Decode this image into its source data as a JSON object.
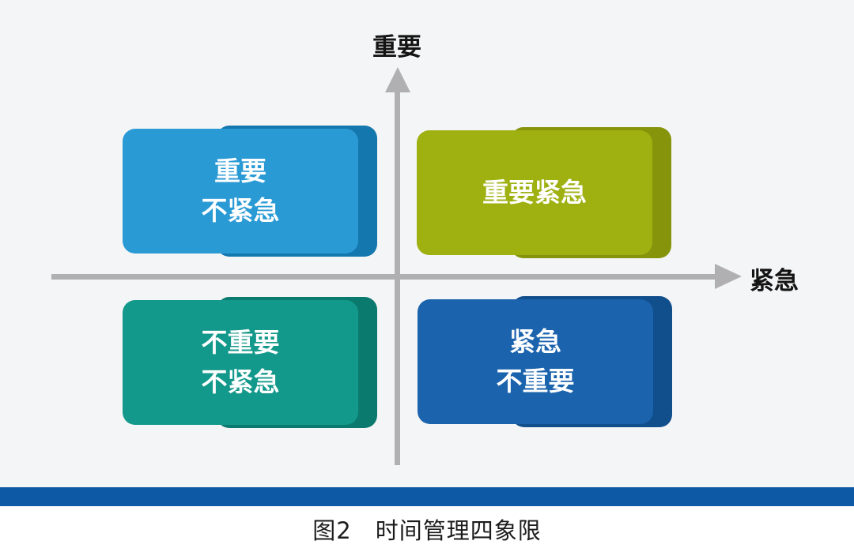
{
  "figure": {
    "y_axis_label": "重要",
    "x_axis_label": "紧急",
    "caption": "图2　时间管理四象限"
  },
  "quadrants": {
    "top_left": {
      "position": "top-left",
      "lines": [
        "重要",
        "不紧急"
      ],
      "color": "#2a9ad5",
      "edge_color": "#1478af"
    },
    "top_right": {
      "position": "top-right",
      "lines": [
        "重要紧急"
      ],
      "color": "#9fb011",
      "edge_color": "#85940a"
    },
    "bottom_left": {
      "position": "bottom-left",
      "lines": [
        "不重要",
        "不紧急"
      ],
      "color": "#13998b",
      "edge_color": "#0b7a6e"
    },
    "bottom_right": {
      "position": "bottom-right",
      "lines": [
        "紧急",
        "不重要"
      ],
      "color": "#1b63ad",
      "edge_color": "#114e8c"
    }
  },
  "colors": {
    "background": "#f4f5f6",
    "axis": "#b0b0b3",
    "axis_label_text": "#141414",
    "quadrant_text": "#ffffff",
    "bottom_bar": "#0e59a6",
    "footer_background": "#ffffff",
    "caption_text": "#1c1c1c"
  }
}
